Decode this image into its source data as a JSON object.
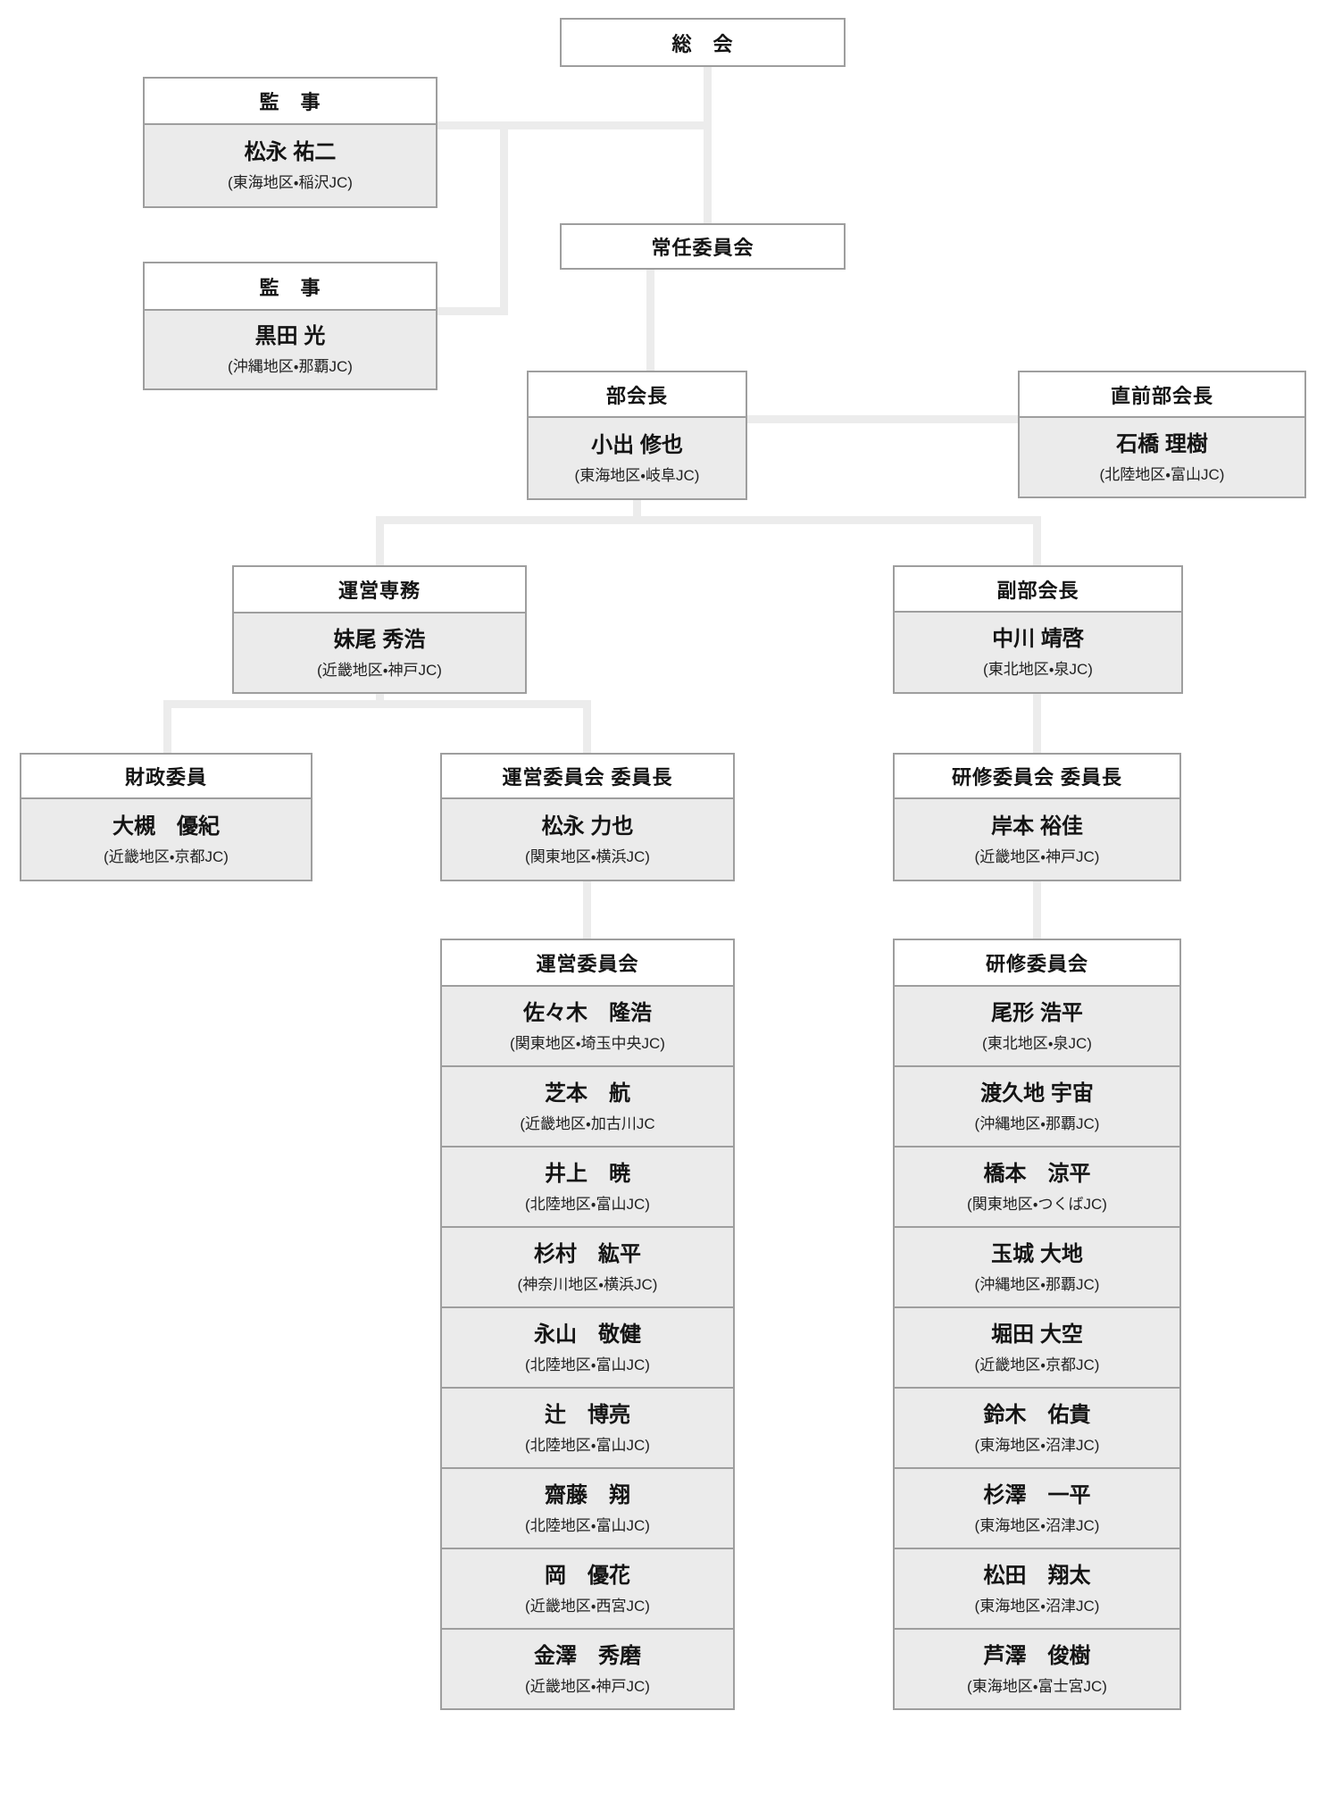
{
  "colors": {
    "box_border": "#9e9e9e",
    "body_background": "#ebebeb",
    "connector_line": "#ececec"
  },
  "org_chart": {
    "soukai": {
      "title": "総　会"
    },
    "auditor1": {
      "title": "監　事",
      "name": "松永 祐二",
      "org": "(東海地区・稲沢JC)"
    },
    "auditor2": {
      "title": "監　事",
      "name": "黒田 光",
      "org": "(沖縄地区・那覇JC)"
    },
    "jounin": {
      "title": "常任委員会"
    },
    "bukaicho": {
      "title": "部会長",
      "name": "小出 修也",
      "org": "(東海地区・岐阜JC)"
    },
    "chokuzen": {
      "title": "直前部会長",
      "name": "石橋 理樹",
      "org": "(北陸地区・富山JC)"
    },
    "unei_senmu": {
      "title": "運営専務",
      "name": "妹尾 秀浩",
      "org": "(近畿地区・神戸JC)"
    },
    "fuku_bukaicho": {
      "title": "副部会長",
      "name": "中川 靖啓",
      "org": "(東北地区・泉JC)"
    },
    "zaisei": {
      "title": "財政委員",
      "name": "大槻　優紀",
      "org": "(近畿地区・京都JC)"
    },
    "unei_iincho": {
      "title": "運営委員会 委員長",
      "name": "松永 力也",
      "org": "(関東地区・横浜JC)"
    },
    "kenshu_iincho": {
      "title": "研修委員会 委員長",
      "name": "岸本 裕佳",
      "org": "(近畿地区・神戸JC)"
    },
    "unei_list": {
      "title": "運営委員会",
      "members": [
        {
          "name": "佐々木　隆浩",
          "org": "(関東地区・埼玉中央JC)"
        },
        {
          "name": "芝本　航",
          "org": "(近畿地区・加古川JC"
        },
        {
          "name": "井上　暁",
          "org": "(北陸地区・富山JC)"
        },
        {
          "name": "杉村　紘平",
          "org": "(神奈川地区・横浜JC)"
        },
        {
          "name": "永山　敬健",
          "org": "(北陸地区・富山JC)"
        },
        {
          "name": "辻　博亮",
          "org": "(北陸地区・富山JC)"
        },
        {
          "name": "齋藤　翔",
          "org": "(北陸地区・富山JC)"
        },
        {
          "name": "岡　優花",
          "org": "(近畿地区・西宮JC)"
        },
        {
          "name": "金澤　秀磨",
          "org": "(近畿地区・神戸JC)"
        }
      ]
    },
    "kenshu_list": {
      "title": "研修委員会",
      "members": [
        {
          "name": "尾形 浩平",
          "org": "(東北地区・泉JC)"
        },
        {
          "name": "渡久地 宇宙",
          "org": "(沖縄地区・那覇JC)"
        },
        {
          "name": "橋本　涼平",
          "org": "(関東地区・つくばJC)"
        },
        {
          "name": "玉城 大地",
          "org": "(沖縄地区・那覇JC)"
        },
        {
          "name": "堀田 大空",
          "org": "(近畿地区・京都JC)"
        },
        {
          "name": "鈴木　佑貴",
          "org": "(東海地区・沼津JC)"
        },
        {
          "name": "杉澤　一平",
          "org": "(東海地区・沼津JC)"
        },
        {
          "name": "松田　翔太",
          "org": "(東海地区・沼津JC)"
        },
        {
          "name": "芦澤　俊樹",
          "org": "(東海地区・富士宮JC)"
        }
      ]
    }
  }
}
